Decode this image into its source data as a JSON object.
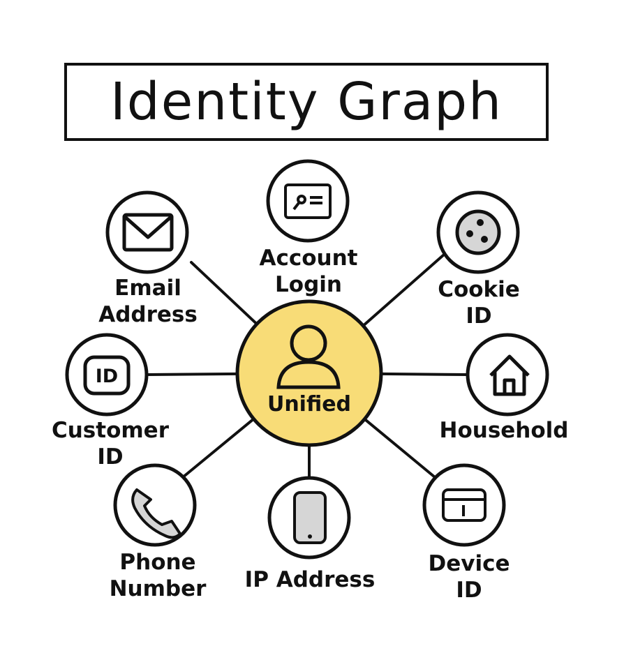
{
  "title": "Identity Graph",
  "center": {
    "label": "Unified",
    "icon": "user-icon",
    "fill_color": "#f8dc77"
  },
  "nodes": [
    {
      "id": "account-login",
      "label": "Account\nLogin",
      "icon": "login-card-icon"
    },
    {
      "id": "email-address",
      "label": "Email\nAddress",
      "icon": "envelope-icon"
    },
    {
      "id": "cookie-id",
      "label": "Cookie\nID",
      "icon": "cookie-icon"
    },
    {
      "id": "customer-id",
      "label": "Customer\nID",
      "icon": "id-badge-icon"
    },
    {
      "id": "household",
      "label": "Household",
      "icon": "house-icon"
    },
    {
      "id": "phone-number",
      "label": "Phone\nNumber",
      "icon": "phone-icon"
    },
    {
      "id": "ip-address",
      "label": "IP Address",
      "icon": "mobile-device-icon"
    },
    {
      "id": "device-id",
      "label": "Device\nID",
      "icon": "device-card-icon"
    }
  ],
  "colors": {
    "stroke": "#111111",
    "icon_gray": "#d6d6d6",
    "background": "#ffffff"
  }
}
